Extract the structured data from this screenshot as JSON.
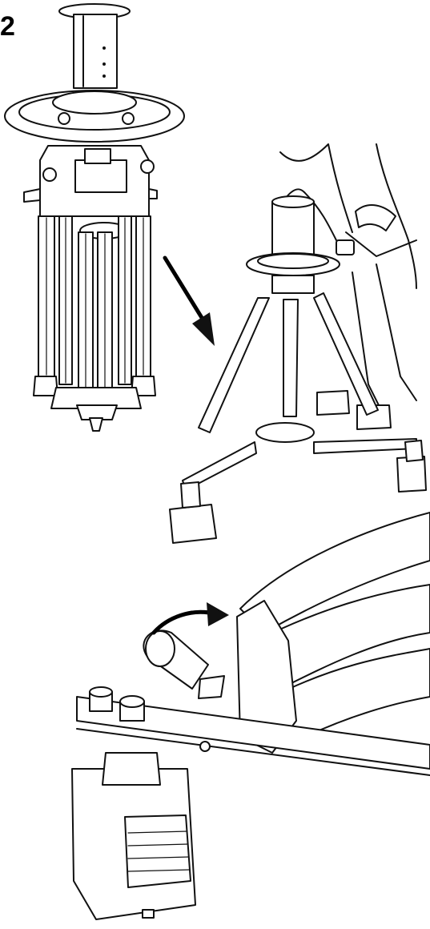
{
  "step": {
    "number": "2"
  },
  "figures": [
    {
      "name": "tripod-with-spreader-collapsed",
      "icon": "tripod-icon"
    },
    {
      "name": "direction-arrow",
      "icon": "arrow-down-right-icon"
    },
    {
      "name": "person-mounting-tripod-on-dolly",
      "icon": "dolly-icon"
    },
    {
      "name": "leg-clamp-detail",
      "icon": "clamp-lever-icon"
    },
    {
      "name": "rotate-lever-arrow",
      "icon": "curved-arrow-icon"
    }
  ]
}
